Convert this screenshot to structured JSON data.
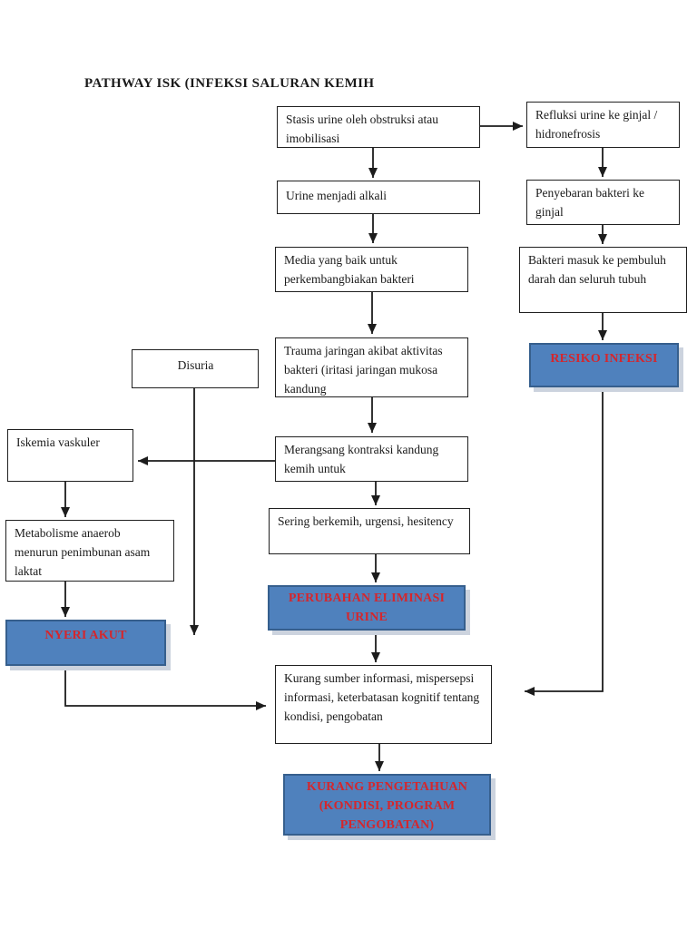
{
  "title": "PATHWAY ISK (INFEKSI SALURAN KEMIH",
  "colors": {
    "diagnosis_fill": "#4f81bd",
    "diagnosis_border": "#365f8d",
    "diagnosis_text": "#d5262c",
    "box_border": "#202020",
    "arrow": "#1c1c1c",
    "background": "#ffffff"
  },
  "nodes": {
    "stasis": "Stasis urine oleh obstruksi atau imobilisasi",
    "refluksi": "Refluksi urine ke ginjal / hidronefrosis",
    "urine_alkali": "Urine menjadi alkali",
    "penyebaran": "Penyebaran bakteri ke ginjal",
    "media": "Media yang baik untuk perkembangbiakan bakteri",
    "bakteri_masuk": "Bakteri masuk ke pembuluh darah dan seluruh tubuh",
    "trauma": "Trauma jaringan akibat aktivitas bakteri (iritasi jaringan mukosa kandung",
    "resiko_infeksi": "RESIKO INFEKSI",
    "disuria": "Disuria",
    "merangsang": "Merangsang kontraksi kandung kemih untuk",
    "iskemia": "Iskemia vaskuler",
    "sering_berkemih": "Sering berkemih, urgensi, hesitency",
    "metabolisme": "Metabolisme anaerob menurun penimbunan asam laktat",
    "perubahan_eliminasi": "PERUBAHAN ELIMINASI URINE",
    "nyeri_akut": "NYERI AKUT",
    "kurang_informasi": "Kurang sumber informasi, mispersepsi informasi, keterbatasan kognitif tentang kondisi, pengobatan",
    "kurang_pengetahuan": "KURANG PENGETAHUAN (KONDISI, PROGRAM PENGOBATAN)"
  },
  "edges": [
    {
      "from": "stasis",
      "to": "refluksi"
    },
    {
      "from": "stasis",
      "to": "urine_alkali"
    },
    {
      "from": "urine_alkali",
      "to": "media"
    },
    {
      "from": "media",
      "to": "trauma"
    },
    {
      "from": "trauma",
      "to": "merangsang"
    },
    {
      "from": "merangsang",
      "to": "sering_berkemih"
    },
    {
      "from": "merangsang",
      "to": "iskemia"
    },
    {
      "from": "sering_berkemih",
      "to": "perubahan_eliminasi"
    },
    {
      "from": "perubahan_eliminasi",
      "to": "kurang_informasi"
    },
    {
      "from": "kurang_informasi",
      "to": "kurang_pengetahuan"
    },
    {
      "from": "refluksi",
      "to": "penyebaran"
    },
    {
      "from": "penyebaran",
      "to": "bakteri_masuk"
    },
    {
      "from": "bakteri_masuk",
      "to": "resiko_infeksi"
    },
    {
      "from": "resiko_infeksi",
      "to": "kurang_informasi"
    },
    {
      "from": "disuria",
      "to": "down"
    },
    {
      "from": "iskemia",
      "to": "metabolisme"
    },
    {
      "from": "metabolisme",
      "to": "nyeri_akut"
    },
    {
      "from": "nyeri_akut",
      "to": "kurang_informasi"
    }
  ]
}
